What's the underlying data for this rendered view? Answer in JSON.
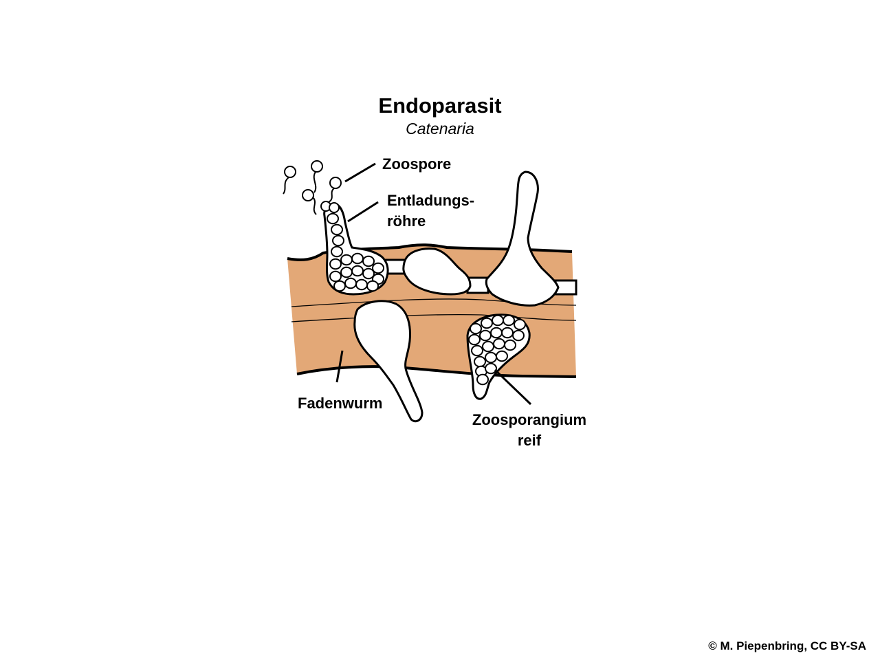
{
  "title": "Endoparasit",
  "subtitle": "Catenaria",
  "labels": {
    "zoospore": "Zoospore",
    "entladungs_line1": "Entladungs-",
    "entladungs_line2": "röhre",
    "fadenwurm": "Fadenwurm",
    "zoosporangium_line1": "Zoosporangium",
    "zoosporangium_line2": "reif"
  },
  "copyright": "© M. Piepenbring, CC BY-SA",
  "colors": {
    "nematode_body": "#e3a877",
    "outline": "#000000",
    "structure_fill": "#ffffff"
  }
}
